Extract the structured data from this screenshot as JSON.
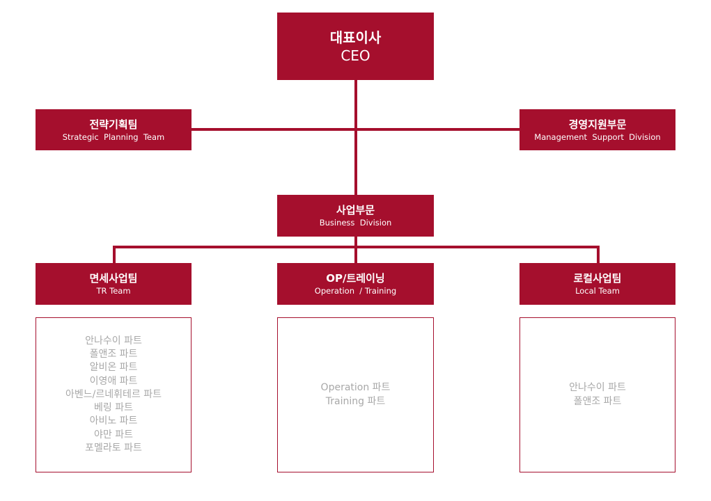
{
  "ceo": {
    "ko": "대표이사",
    "en": "CEO"
  },
  "strategy": {
    "ko": "전략기획팀",
    "en": "Strategic  Planning  Team"
  },
  "management": {
    "ko": "경영지원부문",
    "en": "Management  Support  Division"
  },
  "business": {
    "ko": "사업부문",
    "en": "Business  Division"
  },
  "tr": {
    "ko": "면세사업팀",
    "en": "TR Team",
    "parts": [
      "안나수이 파트",
      "폴앤조 파트",
      "알비온 파트",
      "이영애 파트",
      "아벤느/르네휘테르 파트",
      "베링 파트",
      "아비노 파트",
      "야만 파트",
      "포멜라토 파트"
    ]
  },
  "op": {
    "ko": "OP/트레이닝",
    "en": "Operation  / Training",
    "parts": [
      "Operation 파트",
      "Training 파트"
    ]
  },
  "local": {
    "ko": "로컬사업팀",
    "en": "Local Team",
    "parts": [
      "안나수이 파트",
      "폴앤조 파트"
    ]
  },
  "colors": {
    "accent": "#a50f2d",
    "part_text": "#a8a8a8"
  }
}
